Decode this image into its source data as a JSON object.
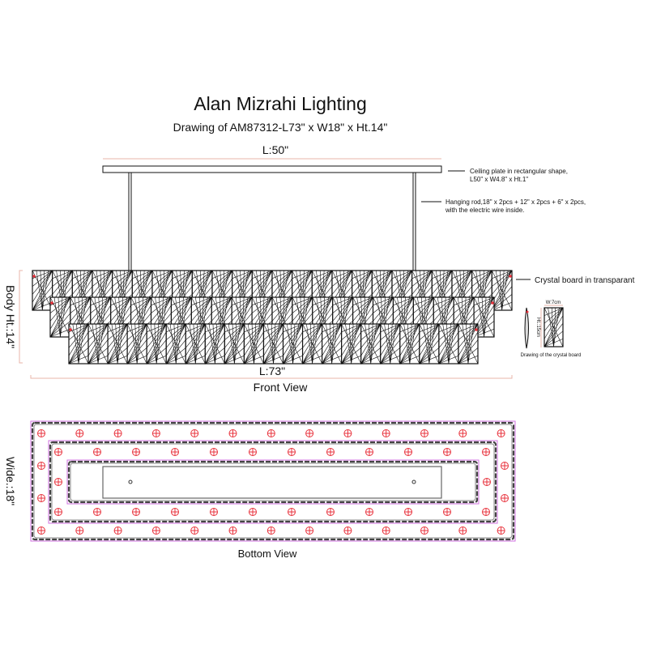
{
  "title": "Alan Mizrahi Lighting",
  "subtitle": "Drawing of AM87312-L73\" x W18\" x Ht.14\"",
  "front_view": {
    "top_length_label": "L:50\"",
    "ceiling_plate_note_1": "Ceiling plate in rectangular shape,",
    "ceiling_plate_note_2": "L50\" x W4.8\" x Ht.1\"",
    "rod_note_1": "Hanging rod,18\" x 2pcs + 12\" x 2pcs + 6\" x 2pcs,",
    "rod_note_2": "with the electric wire inside.",
    "crystal_note": "Crystal board in transparant",
    "body_height_label": "Body Ht.:14\"",
    "length_label": "L:73\"",
    "view_label": "Front View",
    "crystal_board": {
      "width_label": "W:7cm",
      "height_label": "Ht.:15cm",
      "caption": "Drawing of the crystal board"
    }
  },
  "bottom_view": {
    "width_label": "Wide.:18\"",
    "view_label": "Bottom View"
  },
  "colors": {
    "line": "#111111",
    "dimension": "#e8b4a8",
    "light": "#e8323c",
    "outline": "#d070e0"
  }
}
